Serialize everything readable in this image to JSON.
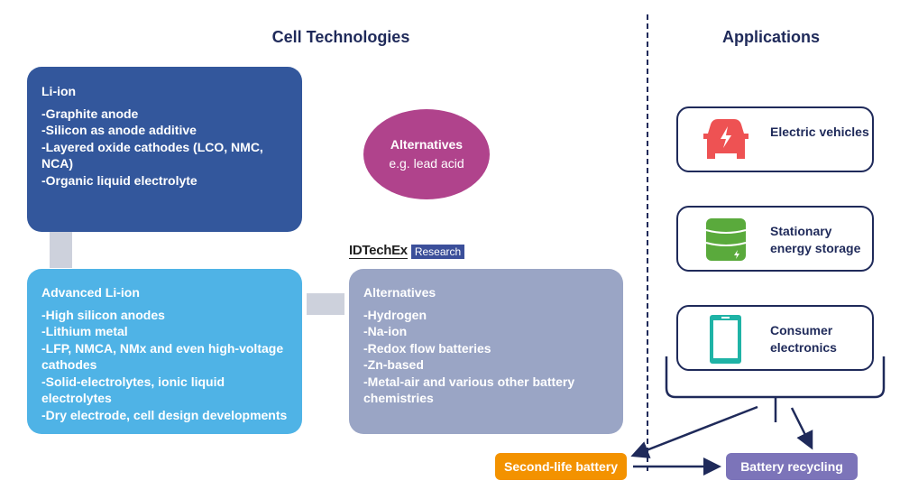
{
  "headers": {
    "cell_technologies": "Cell Technologies",
    "applications": "Applications"
  },
  "li_ion": {
    "title": "Li-ion",
    "items": [
      "-Graphite anode",
      "-Silicon as anode additive",
      "-Layered oxide cathodes (LCO, NMC, NCA)",
      "-Organic liquid electrolyte"
    ]
  },
  "advanced_li_ion": {
    "title": "Advanced Li-ion",
    "items": [
      "-High silicon anodes",
      "-Lithium metal",
      "-LFP, NMCA, NMx and even high-voltage cathodes",
      "-Solid-electrolytes, ionic liquid electrolytes",
      "-Dry electrode, cell design developments"
    ]
  },
  "alternatives_box": {
    "title": "Alternatives",
    "items": [
      "-Hydrogen",
      "-Na-ion",
      "-Redox flow batteries",
      "-Zn-based",
      "-Metal-air and various other battery chemistries"
    ]
  },
  "alternatives_ellipse": {
    "title": "Alternatives",
    "subtitle": "e.g. lead acid"
  },
  "logo": {
    "brand": "IDTechEx",
    "tag": "Research"
  },
  "applications": [
    {
      "label": "Electric vehicles",
      "icon": "car-icon",
      "color": "#ee5253"
    },
    {
      "label": "Stationary energy storage",
      "icon": "battery-storage-icon",
      "color": "#5aaa3c"
    },
    {
      "label": "Consumer electronics",
      "icon": "smartphone-icon",
      "color": "#1fb3a6"
    }
  ],
  "end_of_life": {
    "second_life": "Second-life battery",
    "recycling": "Battery recycling"
  },
  "colors": {
    "li_ion": "#33579c",
    "advanced": "#4fb3e6",
    "alternatives": "#9aa5c5",
    "ellipse": "#b0438c",
    "navy": "#1f2a5a",
    "orange": "#f39200",
    "purple": "#7c74b9"
  }
}
